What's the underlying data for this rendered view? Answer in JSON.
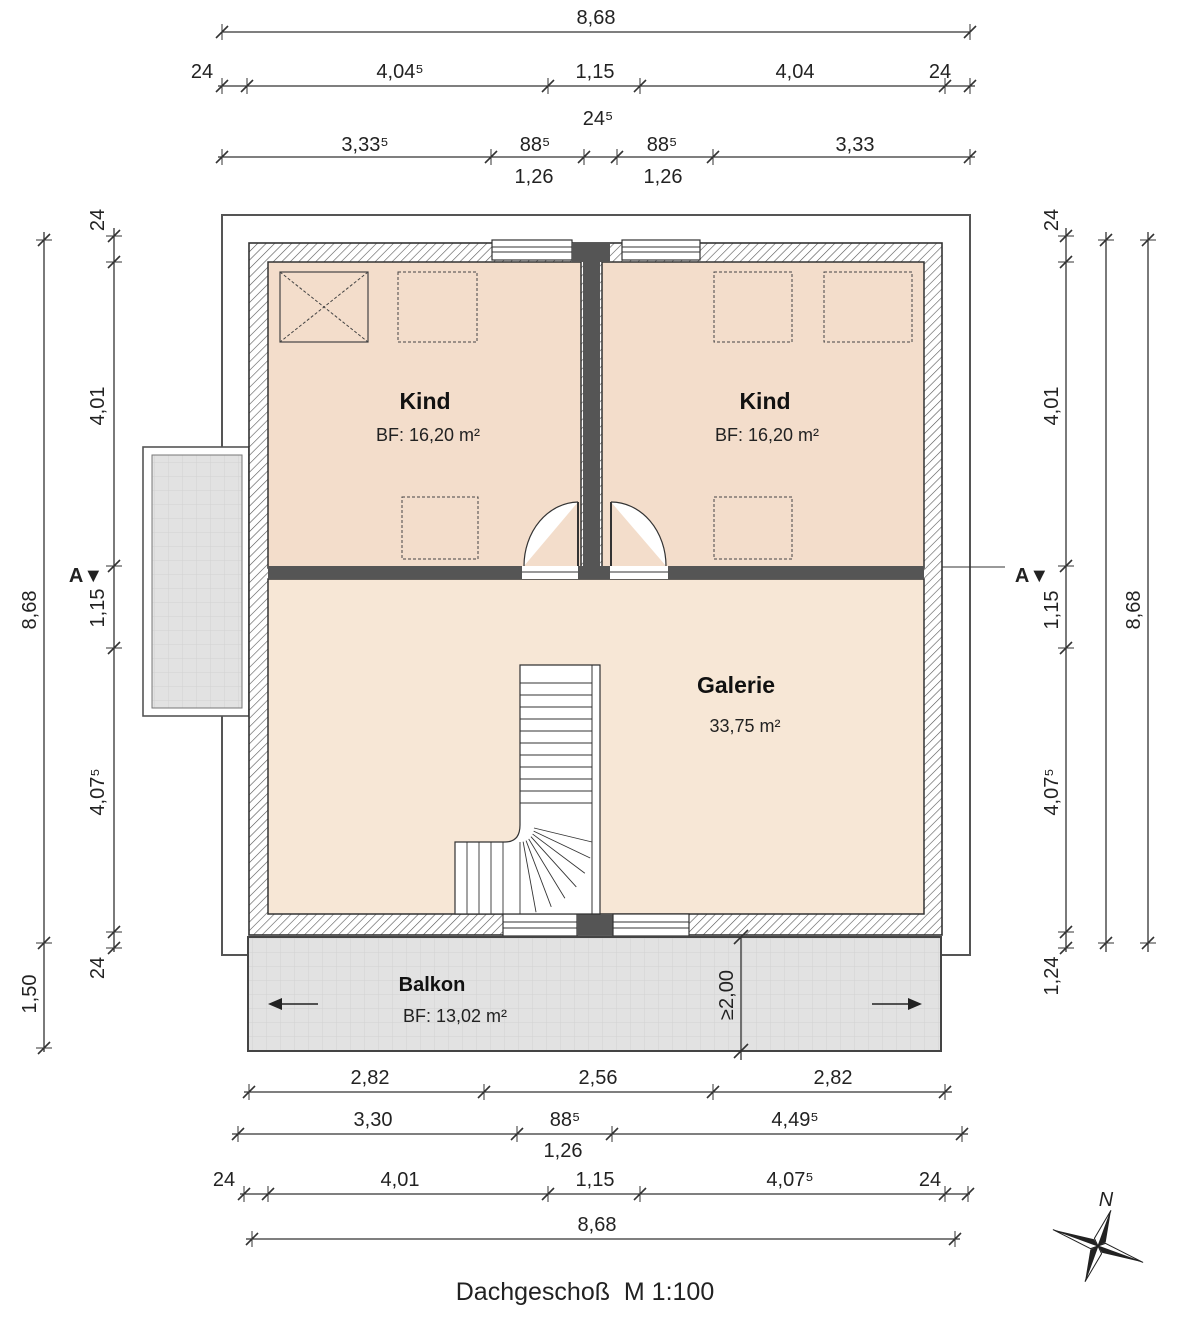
{
  "plan": {
    "caption": "Dachgeschoß  M 1:100",
    "rooms": [
      {
        "name": "Kind",
        "area": "BF: 16,20 m²"
      },
      {
        "name": "Kind",
        "area": "BF: 16,20 m²"
      },
      {
        "name": "Galerie",
        "area": "33,75 m²"
      },
      {
        "name": "Balkon",
        "area": "BF: 13,02 m²"
      }
    ],
    "section_marker": "A▼",
    "balcony_depth": "≥2,00",
    "north": "N"
  },
  "dims_top": {
    "total": "8,68",
    "row2": [
      "24",
      "4,04⁵",
      "1,15",
      "4,04",
      "24"
    ],
    "row2_sub": "24⁵",
    "row3": [
      "3,33⁵",
      "88⁵",
      "88⁵",
      "3,33"
    ],
    "row3_sub": [
      "1,26",
      "1,26"
    ]
  },
  "dims_bottom": {
    "row1": [
      "2,82",
      "2,56",
      "2,82"
    ],
    "row2": [
      "3,30",
      "88⁵",
      "4,49⁵"
    ],
    "row2_sub": "1,26",
    "row3": [
      "24",
      "4,01",
      "1,15",
      "4,07⁵",
      "24"
    ],
    "total": "8,68"
  },
  "dims_left": {
    "inner": [
      "24",
      "4,01",
      "1,15",
      "4,07⁵",
      "24"
    ],
    "outer": [
      "8,68",
      "1,50"
    ]
  },
  "dims_right": {
    "inner": [
      "24",
      "4,01",
      "1,15",
      "4,07⁵",
      "1,24"
    ],
    "outer": [
      "8,68"
    ]
  }
}
